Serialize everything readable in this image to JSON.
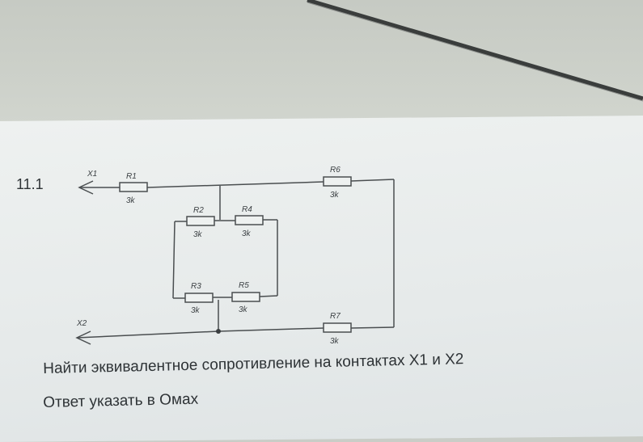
{
  "problem": {
    "number": "11.1"
  },
  "terminals": {
    "x1": "X1",
    "x2": "X2"
  },
  "resistors": [
    {
      "id": "R1",
      "label": "R1",
      "value": "3k"
    },
    {
      "id": "R2",
      "label": "R2",
      "value": "3k"
    },
    {
      "id": "R3",
      "label": "R3",
      "value": "3k"
    },
    {
      "id": "R4",
      "label": "R4",
      "value": "3k"
    },
    {
      "id": "R5",
      "label": "R5",
      "value": "3k"
    },
    {
      "id": "R6",
      "label": "R6",
      "value": "3k"
    },
    {
      "id": "R7",
      "label": "R7",
      "value": "3k"
    }
  ],
  "task": {
    "line1": "Найти эквивалентное сопротивление на контактах Х1 и Х2",
    "line2": "Ответ указать в Омах"
  }
}
